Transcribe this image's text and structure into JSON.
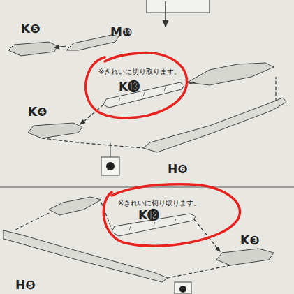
{
  "diagram": {
    "labels": [
      "K❺",
      "M❿",
      "※きれいに切り取ります。",
      "K⓭",
      "K❹",
      "H❻",
      "※きれいに切り取ります。",
      "K⓬",
      "K❸",
      "H❺"
    ]
  }
}
